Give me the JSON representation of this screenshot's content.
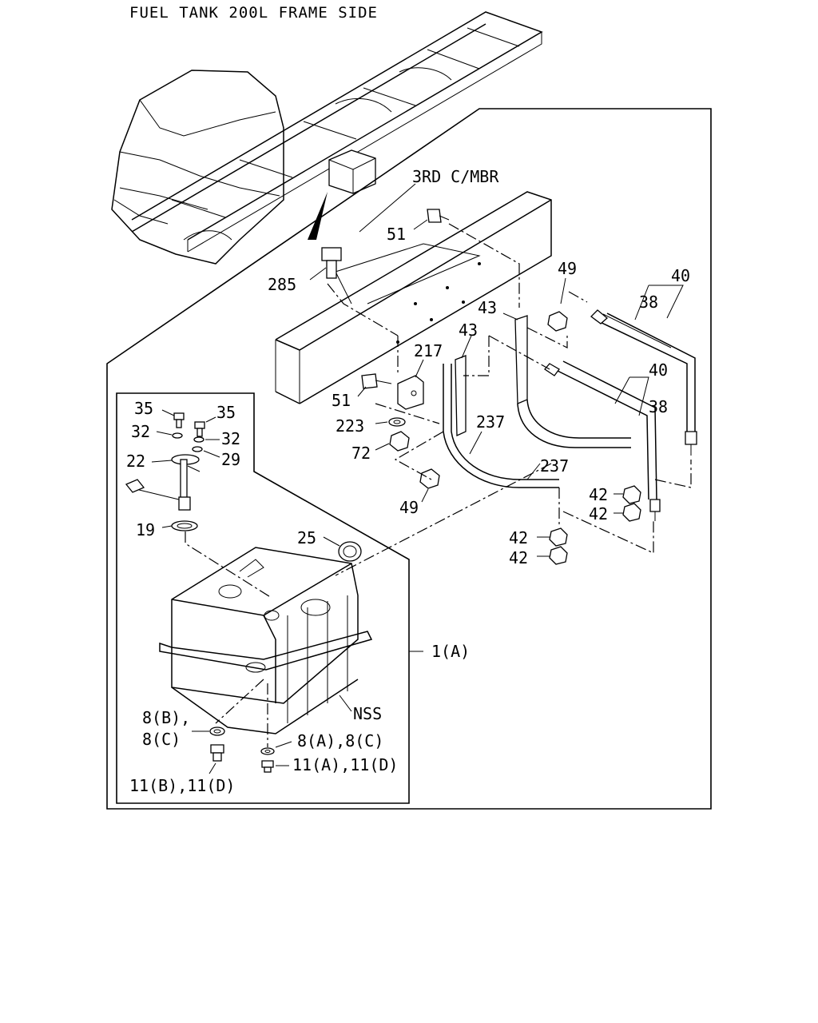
{
  "title": "FUEL TANK 200L FRAME SIDE",
  "assembly_label": "1(A)",
  "member_label": "3RD C/MBR",
  "nss_label": "NSS",
  "callouts": {
    "c51a": "51",
    "c285": "285",
    "c49a": "49",
    "c40a": "40",
    "c38a": "38",
    "c43a": "43",
    "c43b": "43",
    "c217": "217",
    "c40b": "40",
    "c38b": "38",
    "c51b": "51",
    "c223": "223",
    "c72": "72",
    "c237a": "237",
    "c237b": "237",
    "c42a": "42",
    "c42b": "42",
    "c42c": "42",
    "c42d": "42",
    "c49b": "49",
    "c35a": "35",
    "c35b": "35",
    "c32a": "32",
    "c32b": "32",
    "c22": "22",
    "c29": "29",
    "c19": "19",
    "c25": "25",
    "c8bc_line1": "8(B),",
    "c8bc_line2": "8(C)",
    "c8ac": "8(A),8(C)",
    "c11ad": "11(A),11(D)",
    "c11bd": "11(B),11(D)"
  }
}
